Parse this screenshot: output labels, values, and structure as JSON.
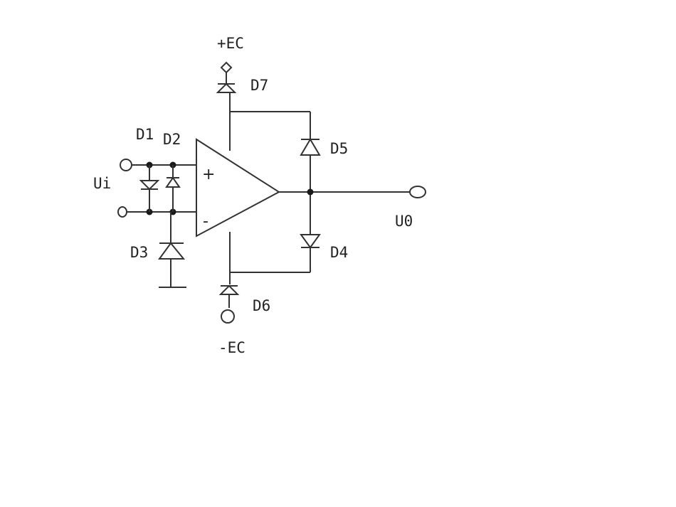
{
  "colors": {
    "ink": "#333333",
    "background": "#ffffff"
  },
  "labels": {
    "plus_ec": "+EC",
    "minus_ec": "-EC",
    "d1": "D1",
    "d2": "D2",
    "d3": "D3",
    "d4": "D4",
    "d5": "D5",
    "d6": "D6",
    "d7": "D7",
    "ui": "Ui",
    "uo": "U0",
    "plus_input": "+",
    "minus_input": "-"
  }
}
